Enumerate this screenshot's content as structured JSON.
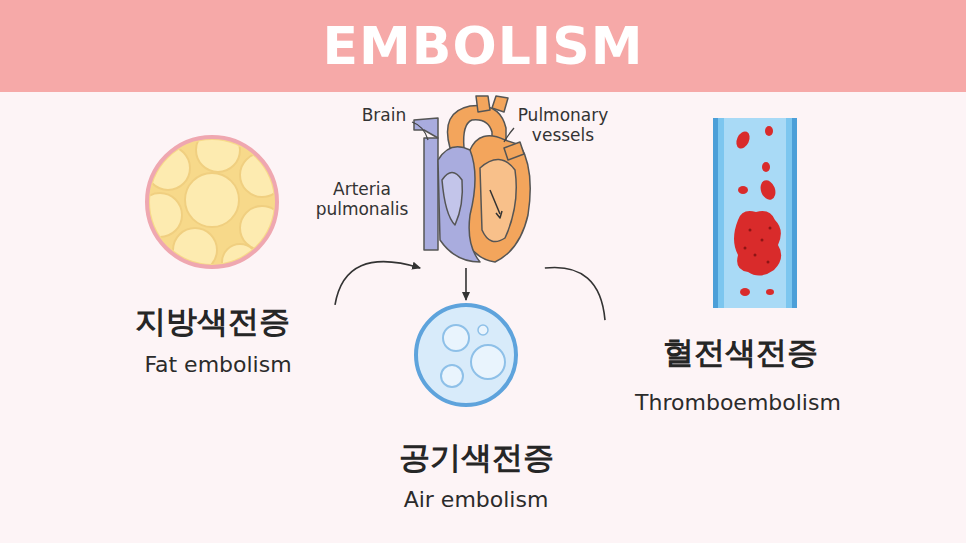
{
  "diagram": {
    "title": "EMBOLISM",
    "nodes": [
      {
        "text": [
          "지방색전증",
          "Fat embolism"
        ]
      },
      {
        "text": [
          "Brain",
          "Pulmonary vessels",
          "Arteria pulmonalis"
        ]
      },
      {
        "text": [
          "공기색전증",
          "Air embolism"
        ]
      },
      {
        "text": [
          "혈전색전증",
          "Thromboembolism"
        ]
      }
    ],
    "edges": [
      {
        "from": 0,
        "to": 1,
        "arrow": "to"
      },
      {
        "from": 1,
        "to": 2,
        "arrow": "to"
      },
      {
        "from": 1,
        "to": 3,
        "arrow": "none"
      }
    ]
  }
}
